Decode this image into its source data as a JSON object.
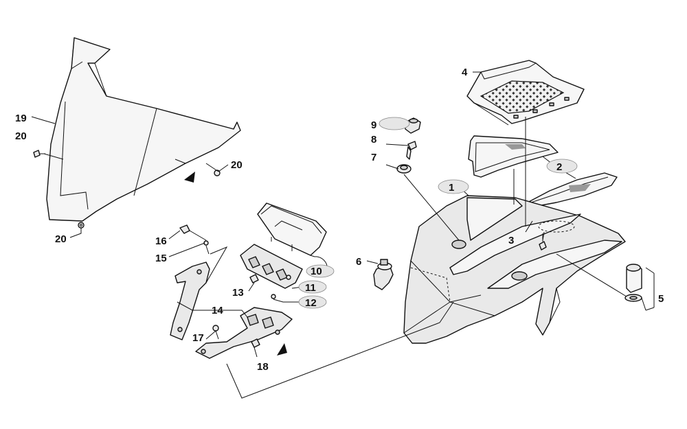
{
  "diagram": {
    "callouts": [
      {
        "label": "1"
      },
      {
        "label": "2"
      },
      {
        "label": "3"
      },
      {
        "label": "4"
      },
      {
        "label": "5"
      },
      {
        "label": "6"
      },
      {
        "label": "7"
      },
      {
        "label": "8"
      },
      {
        "label": "9"
      },
      {
        "label": "10"
      },
      {
        "label": "11"
      },
      {
        "label": "12"
      },
      {
        "label": "13"
      },
      {
        "label": "14"
      },
      {
        "label": "15"
      },
      {
        "label": "16"
      },
      {
        "label": "17"
      },
      {
        "label": "18"
      },
      {
        "label": "19"
      },
      {
        "label": "20"
      },
      {
        "label": "20"
      },
      {
        "label": "20"
      }
    ]
  }
}
